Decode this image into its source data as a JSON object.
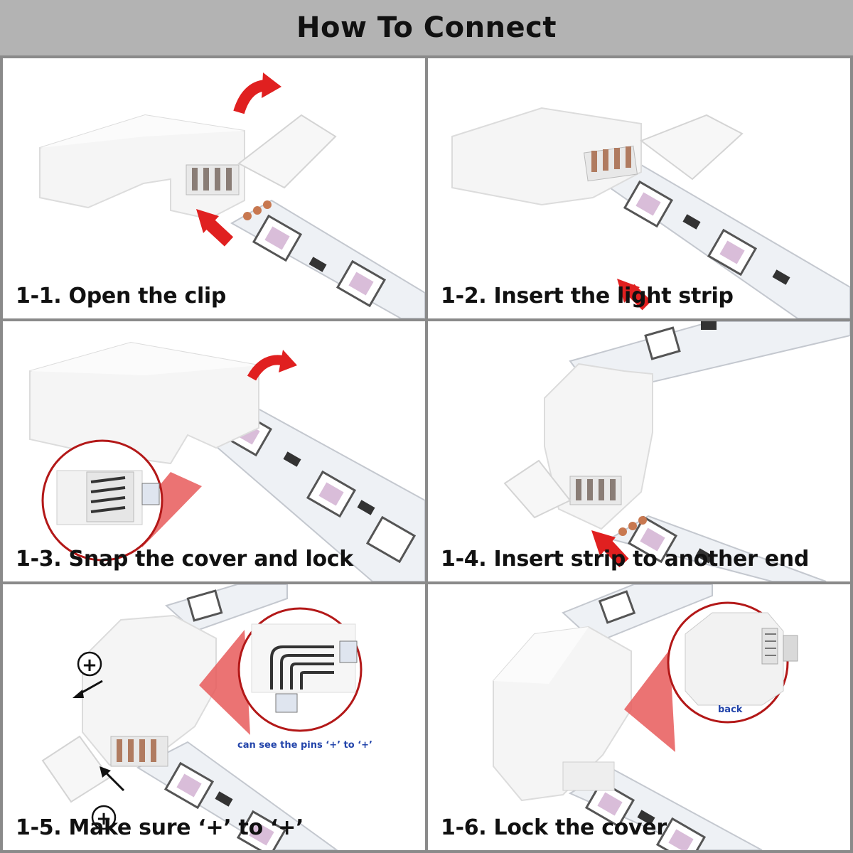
{
  "header": {
    "title": "How To Connect"
  },
  "steps": [
    {
      "label": "1-1. Open the clip"
    },
    {
      "label": "1-2. Insert the light strip"
    },
    {
      "label": "1-3. Snap the cover and lock"
    },
    {
      "label": "1-4. Insert strip to another end"
    },
    {
      "label": "1-5. Make sure ‘+’ to ‘+’"
    },
    {
      "label": "1-6. Lock the cover"
    }
  ],
  "insets": {
    "pins_note": "can see the pins ‘+’  to  ‘+’",
    "back_label": "back"
  },
  "symbols": {
    "plus": "+"
  },
  "colors": {
    "header_bg": "#b3b3b3",
    "arrow_red": "#e02020",
    "inset_red": "#e85a5a",
    "strip_bg": "#f2f4f7",
    "connector": "#f4f4f4",
    "pin_copper": "#c87850",
    "text_blue": "#2244aa"
  }
}
